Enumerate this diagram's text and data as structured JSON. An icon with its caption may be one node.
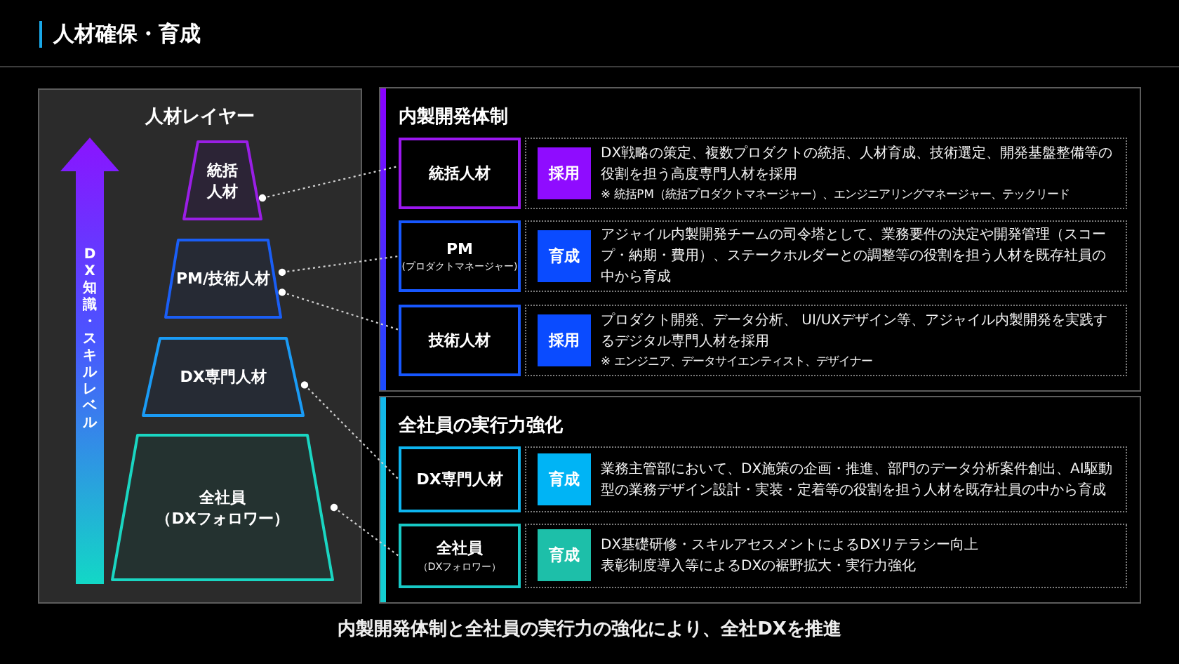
{
  "diagram": {
    "title": "人材確保・育成",
    "caption": "内製開発体制と全社員の実行力の強化により、全社DXを推進",
    "nodes": [
      {
        "text": [
          "人材レイヤー"
        ]
      },
      {
        "text": [
          "DX知識・スキルレベル"
        ],
        "in": 0
      },
      {
        "text": [
          "統括人材"
        ],
        "in": 0
      },
      {
        "text": [
          "PM/技術人材"
        ],
        "in": 0
      },
      {
        "text": [
          "DX専門人材"
        ],
        "in": 0
      },
      {
        "text": [
          "全社員",
          "（DXフォロワー）"
        ],
        "in": 0
      },
      {
        "text": [
          "内製開発体制"
        ]
      },
      {
        "text": [
          "統括人材"
        ],
        "in": 6
      },
      {
        "text": [
          "DX戦略の策定、複数プロダクトの統括、人材育成、技術選定、開発基盤整備等の役割を担う高度専門人材を採用",
          "※ 統括PM（統括プロダクトマネージャー）、エンジニアリングマネージャー、テックリード"
        ],
        "in": 6
      },
      {
        "text": [
          "採用"
        ],
        "in": 8
      },
      {
        "text": [
          "PM",
          "(プロダクトマネージャー)"
        ],
        "in": 6
      },
      {
        "text": [
          "アジャイル内製開発チームの司令塔として、業務要件の決定や開発管理（スコープ・納期・費用）、ステークホルダーとの調整等の役割を担う人材を既存社員の中から育成"
        ],
        "in": 6
      },
      {
        "text": [
          "育成"
        ],
        "in": 11
      },
      {
        "text": [
          "技術人材"
        ],
        "in": 6
      },
      {
        "text": [
          "プロダクト開発、データ分析、 UI/UXデザイン等、アジャイル内製開発を実践するデジタル専門人材を採用",
          "※ エンジニア、データサイエンティスト、デザイナー"
        ],
        "in": 6
      },
      {
        "text": [
          "採用"
        ],
        "in": 14
      },
      {
        "text": [
          "全社員の実行力強化"
        ]
      },
      {
        "text": [
          "DX専門人材"
        ],
        "in": 16
      },
      {
        "text": [
          "業務主管部において、DX施策の企画・推進、部門のデータ分析案件創出、AI駆動型の業務デザイン設計・実装・定着等の役割を担う人材を既存社員の中から育成"
        ],
        "in": 16
      },
      {
        "text": [
          "育成"
        ],
        "in": 18
      },
      {
        "text": [
          "全社員",
          "（DXフォロワー）"
        ],
        "in": 16
      },
      {
        "text": [
          "DX基礎研修・スキルアセスメントによるDXリテラシー向上",
          "表彰制度導入等によるDXの裾野拡大・実行力強化"
        ],
        "in": 16
      },
      {
        "text": [
          "育成"
        ],
        "in": 21
      }
    ],
    "edges": [
      {
        "from": 2,
        "to": 7,
        "arrow": "other",
        "style": "dashed"
      },
      {
        "from": 3,
        "to": 10,
        "arrow": "other",
        "style": "dashed"
      },
      {
        "from": 3,
        "to": 13,
        "arrow": "other",
        "style": "dashed"
      },
      {
        "from": 4,
        "to": 17,
        "arrow": "other",
        "style": "dashed"
      },
      {
        "from": 5,
        "to": 20,
        "arrow": "other",
        "style": "dashed"
      }
    ]
  }
}
